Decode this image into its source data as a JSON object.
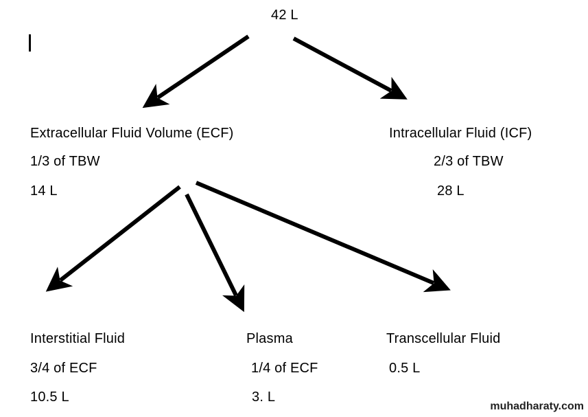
{
  "root": {
    "total": "42 L"
  },
  "ecf": {
    "title": "Extracellular Fluid Volume (ECF)",
    "fraction": "1/3 of TBW",
    "volume": "14 L"
  },
  "icf": {
    "title": "Intracellular Fluid (ICF)",
    "fraction": "2/3 of TBW",
    "volume": "28 L"
  },
  "interstitial": {
    "title": "Interstitial Fluid",
    "fraction": "3/4 of ECF",
    "volume": "10.5 L"
  },
  "plasma": {
    "title": "Plasma",
    "fraction": "1/4 of ECF",
    "volume": "3. L"
  },
  "transcellular": {
    "title": "Transcellular Fluid",
    "volume": "0.5 L"
  },
  "watermark": "muhadharaty.com",
  "colors": {
    "text": "#000000",
    "arrow": "#000000",
    "background": "#ffffff"
  }
}
